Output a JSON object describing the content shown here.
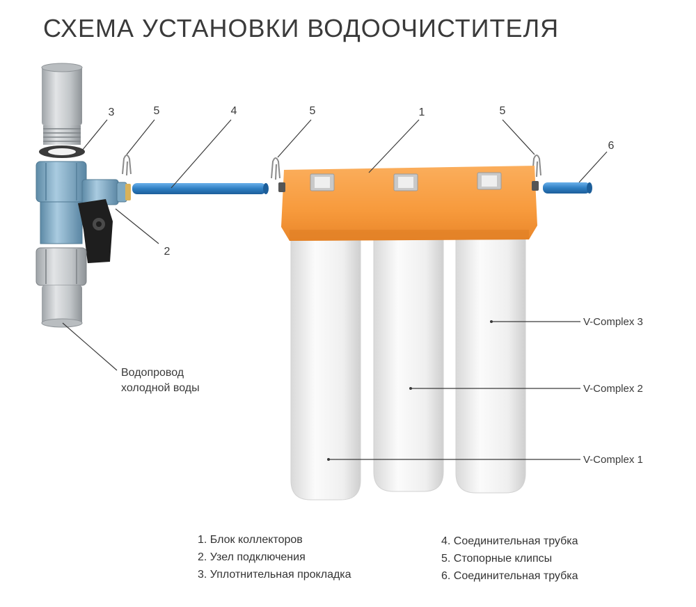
{
  "title": "СХЕМА УСТАНОВКИ ВОДООЧИСТИТЕЛЯ",
  "callouts": {
    "c1": "1",
    "c2": "2",
    "c3": "3",
    "c4": "4",
    "c5a": "5",
    "c5b": "5",
    "c5c": "5",
    "c6": "6"
  },
  "pipe_label": {
    "line1": "Водопровод",
    "line2": "холодной воды"
  },
  "filters": {
    "f3": "V-Complex 3",
    "f2": "V-Complex 2",
    "f1": "V-Complex 1"
  },
  "legend": {
    "left": [
      "1. Блок коллекторов",
      "2. Узел подключения",
      "3. Уплотнительная прокладка"
    ],
    "right": [
      "4. Соединительная трубка",
      "5. Стопорные клипсы",
      "6. Соединительная трубка"
    ]
  },
  "colors": {
    "collector_orange": "#f79a3c",
    "tube_blue": "#2f7fc3",
    "filter_white": "#f1f1f1",
    "fitting_blue": "#7fa9c2",
    "pipe_gray": "#c4c8cb"
  }
}
